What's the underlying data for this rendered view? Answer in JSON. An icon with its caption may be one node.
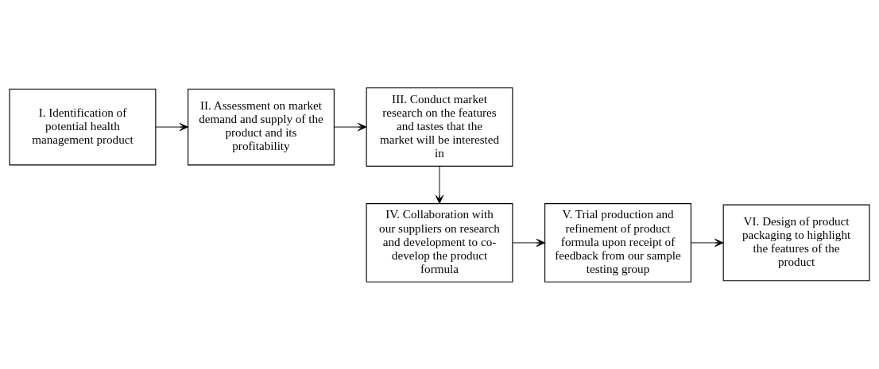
{
  "diagram": {
    "nodes": [
      {
        "text": [
          "I. Identification of potential health management product"
        ]
      },
      {
        "text": [
          "II. Assessment on market demand and supply of the product and its profitability"
        ]
      },
      {
        "text": [
          "III. Conduct market research on the features and tastes that the market will be interested in"
        ]
      },
      {
        "text": [
          "IV. Collaboration with our suppliers on research and development to co-develop the product formula"
        ]
      },
      {
        "text": [
          "V. Trial production and refinement of product formula upon receipt of feedback from our sample testing group"
        ]
      },
      {
        "text": [
          "VI. Design of product packaging to highlight the features of the product"
        ]
      }
    ],
    "edges": [
      {
        "from": 0,
        "to": 1,
        "arrow": "to"
      },
      {
        "from": 1,
        "to": 2,
        "arrow": "to"
      },
      {
        "from": 2,
        "to": 3,
        "arrow": "to"
      },
      {
        "from": 3,
        "to": 4,
        "arrow": "to"
      },
      {
        "from": 4,
        "to": 5,
        "arrow": "to"
      }
    ]
  }
}
